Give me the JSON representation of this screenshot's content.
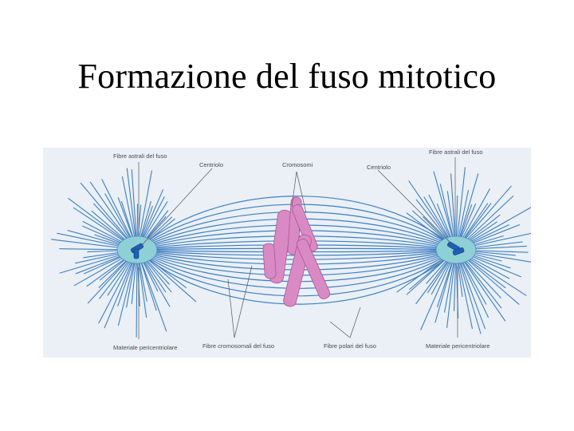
{
  "slide": {
    "title": "Formazione del fuso mitotico"
  },
  "figure": {
    "labels": {
      "astral_left": "Fibre astrali del fuso",
      "centriole_left": "Centriolo",
      "chromosomes": "Cromosomi",
      "centriole_right": "Centriolo",
      "astral_right": "Fibre astrali del fuso",
      "pericentriolar_left": "Materiale pericentriolare",
      "chromosomal_fibers": "Fibre cromosomali del fuso",
      "polar_fibers": "Fibre polari del fuso",
      "pericentriolar_right": "Materiale pericentriolare"
    },
    "colors": {
      "background": "#eaf0f6",
      "fiber": "#3f7fc0",
      "pericentriolar": "#8ed0d6",
      "centriole": "#1f5fb5",
      "chromosome": "#d98ac4",
      "chromosome_edge": "#a8559a",
      "leader_line": "#555555"
    }
  }
}
